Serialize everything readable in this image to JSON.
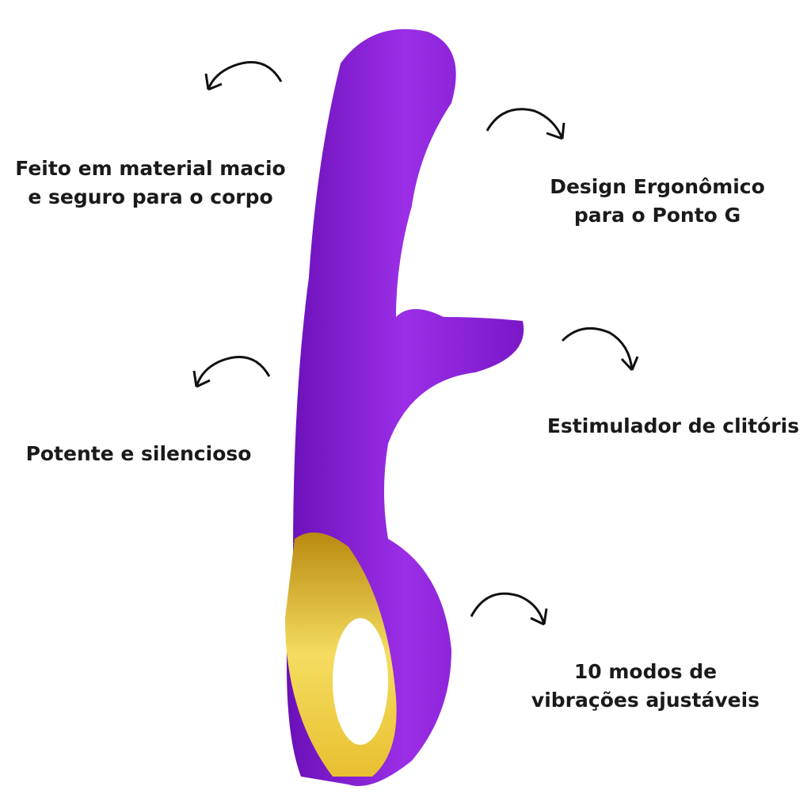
{
  "features": [
    {
      "line1": "Feito em material macio",
      "line2": "e seguro para o corpo"
    },
    {
      "line1": "Design Ergonômico",
      "line2": "para o Ponto G"
    },
    {
      "line1": "Potente e silencioso"
    },
    {
      "line1": "Estimulador de clitóris"
    },
    {
      "line1": "10 modos de",
      "line2": "vibrações ajustáveis"
    }
  ],
  "colors": {
    "product": "#8a1fd8",
    "handle": "#e8c030"
  }
}
